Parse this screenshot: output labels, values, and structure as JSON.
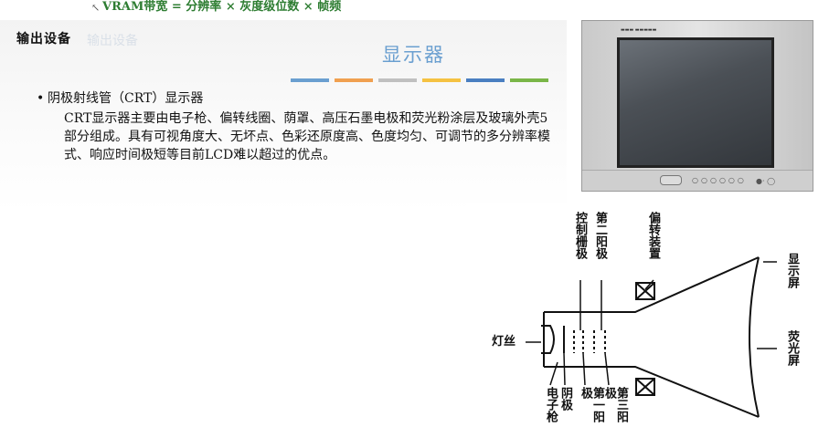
{
  "top": {
    "formula": "VRAM带宽 = 分辨率 × 灰度级位数 × 帧频"
  },
  "header": {
    "section_label": "输出设备",
    "ghost_text": "输出设备"
  },
  "slide": {
    "title": "显示器",
    "accent_colors": [
      "#6a9fd0",
      "#f0a050",
      "#c0c0c0",
      "#f5c242",
      "#4a7fc1",
      "#7ab648"
    ],
    "bullet_dot": "•",
    "bullet_heading": "阴极射线管（CRT）显示器",
    "body_text": "CRT显示器主要由电子枪、偏转线圈、荫罩、高压石墨电极和荧光粉涂层及玻璃外壳5部分组成。具有可视角度大、无坏点、色彩还原度高、色度均匀、可调节的多分辨率模式、响应时间极短等目前LCD难以超过的优点。"
  },
  "diagram": {
    "labels": {
      "control_grid": "控制栅极",
      "second_anode": "第二阳极",
      "deflection": "偏转装置",
      "screen": "显示屏",
      "phosphor": "荧光屏",
      "filament": "灯丝",
      "electron_gun": "电子枪",
      "cathode": "阴极",
      "first_anode": "第一阳极",
      "third_anode": "第三阳极"
    }
  }
}
